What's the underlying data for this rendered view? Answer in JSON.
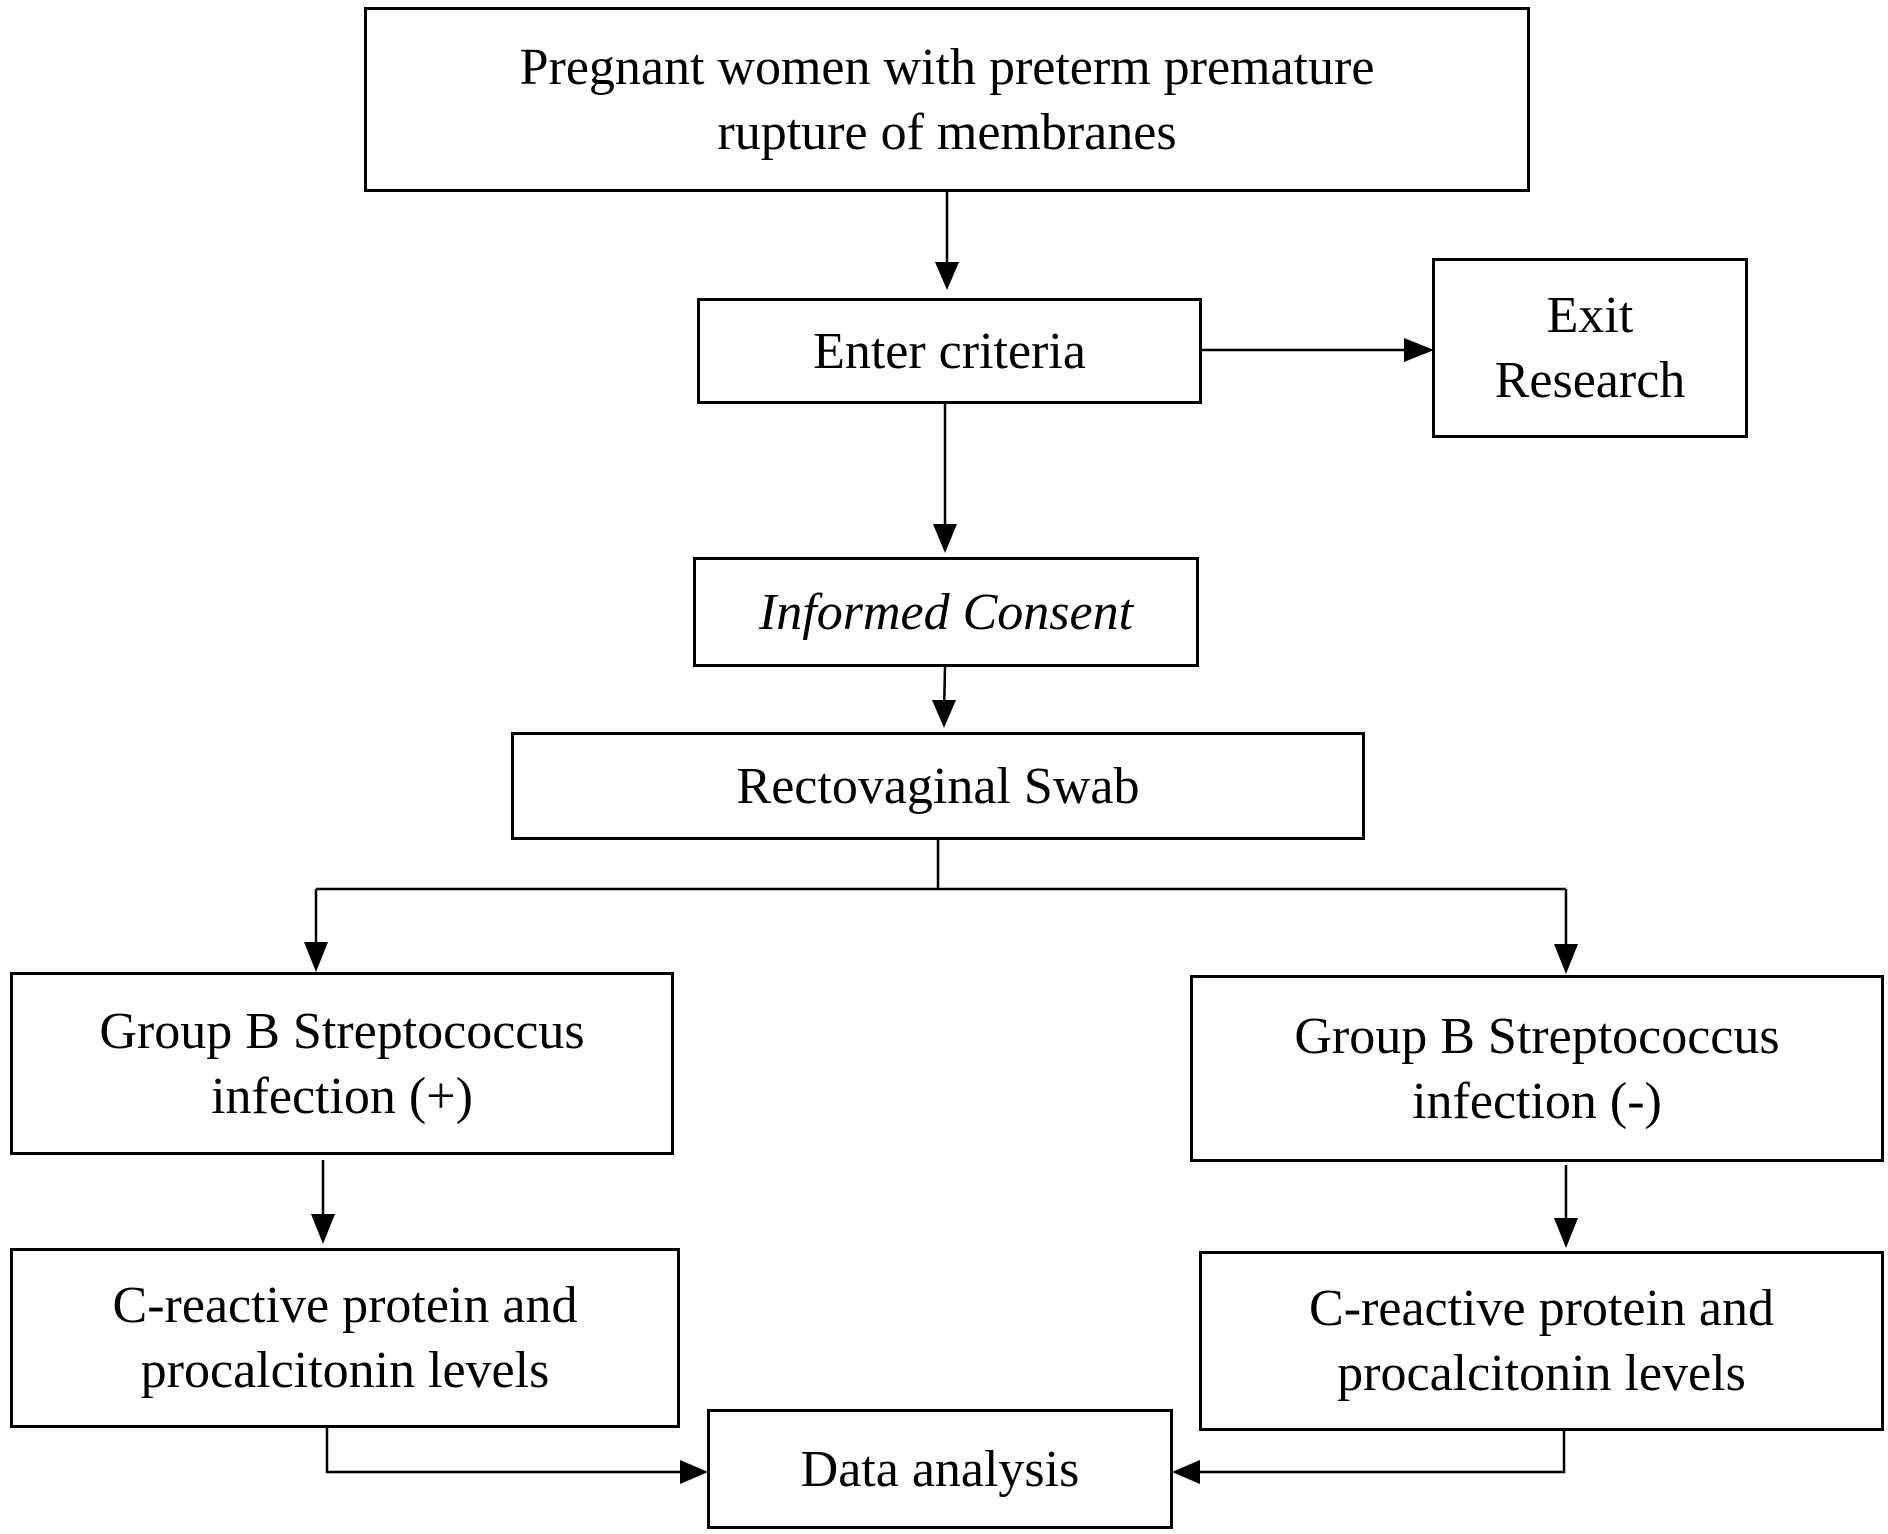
{
  "diagram": {
    "nodes": {
      "start": {
        "lines": [
          "Pregnant women with preterm premature",
          "rupture of membranes"
        ]
      },
      "enter_criteria": {
        "lines": [
          "Enter criteria"
        ]
      },
      "exit_research": {
        "lines": [
          "Exit",
          "Research"
        ]
      },
      "informed_consent": {
        "lines": [
          "Informed Consent"
        ]
      },
      "rectovaginal_swab": {
        "lines": [
          "Rectovaginal Swab"
        ]
      },
      "gbs_positive": {
        "lines": [
          "Group B Streptococcus",
          "infection (+)"
        ]
      },
      "gbs_negative": {
        "lines": [
          "Group B Streptococcus",
          "infection (-)"
        ]
      },
      "markers_positive": {
        "lines": [
          "C-reactive protein and",
          "procalcitonin levels"
        ]
      },
      "markers_negative": {
        "lines": [
          "C-reactive protein and",
          "procalcitonin levels"
        ]
      },
      "data_analysis": {
        "lines": [
          "Data analysis"
        ]
      }
    },
    "edges": [
      {
        "from": "start",
        "to": "enter_criteria"
      },
      {
        "from": "enter_criteria",
        "to": "exit_research"
      },
      {
        "from": "enter_criteria",
        "to": "informed_consent"
      },
      {
        "from": "informed_consent",
        "to": "rectovaginal_swab"
      },
      {
        "from": "rectovaginal_swab",
        "to": "gbs_positive"
      },
      {
        "from": "rectovaginal_swab",
        "to": "gbs_negative"
      },
      {
        "from": "gbs_positive",
        "to": "markers_positive"
      },
      {
        "from": "gbs_negative",
        "to": "markers_negative"
      },
      {
        "from": "markers_positive",
        "to": "data_analysis"
      },
      {
        "from": "markers_negative",
        "to": "data_analysis"
      }
    ],
    "colors": {
      "line": "#000000",
      "background": "#ffffff"
    }
  }
}
